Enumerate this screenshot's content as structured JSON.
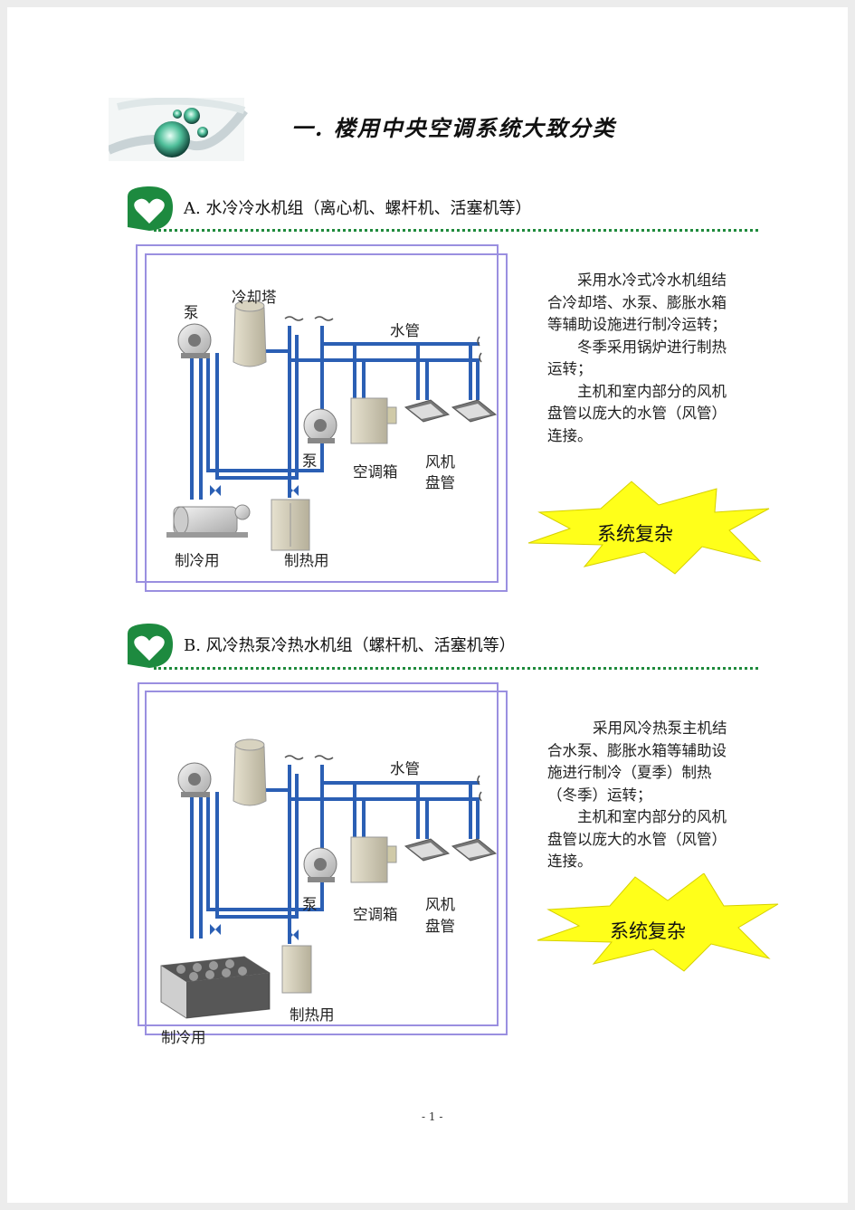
{
  "doc": {
    "title": "一. 楼用中央空调系统大致分类",
    "page_number": "- 1 -"
  },
  "sectionA": {
    "heading": "A.  水冷冷水机组（离心机、螺杆机、活塞机等）",
    "labels": {
      "pump_top": "泵",
      "cooling_tower": "冷却塔",
      "water_pipe": "水管",
      "pump_mid": "泵",
      "ahu": "空调箱",
      "fcu_line1": "风机",
      "fcu_line2": "盘管",
      "cooling": "制冷用",
      "heating": "制热用"
    },
    "description": [
      "采用水冷式冷水机组结合冷却塔、水泵、膨胀水箱等辅助设施进行制冷运转；",
      "冬季采用锅炉进行制热运转；",
      "主机和室内部分的风机盘管以庞大的水管（风管）连接。"
    ],
    "burst": "系统复杂"
  },
  "sectionB": {
    "heading": "B.  风冷热泵冷热水机组（螺杆机、活塞机等）",
    "labels": {
      "water_pipe": "水管",
      "pump_mid": "泵",
      "ahu": "空调箱",
      "fcu_line1": "风机",
      "fcu_line2": "盘管",
      "heating": "制热用",
      "cooling": "制冷用"
    },
    "description": [
      "采用风冷热泵主机结合水泵、膨胀水箱等辅助设施进行制冷（夏季）制热（冬季）运转；",
      "主机和室内部分的风机盘管以庞大的水管（风管）连接。"
    ],
    "burst": "系统复杂"
  },
  "colors": {
    "pipe": "#2b5fb4",
    "frame": "#9a8fe0",
    "dotted_line": "#1f8a3c",
    "heart_bg": "#1d8a3f",
    "burst": "#ffff1a"
  }
}
